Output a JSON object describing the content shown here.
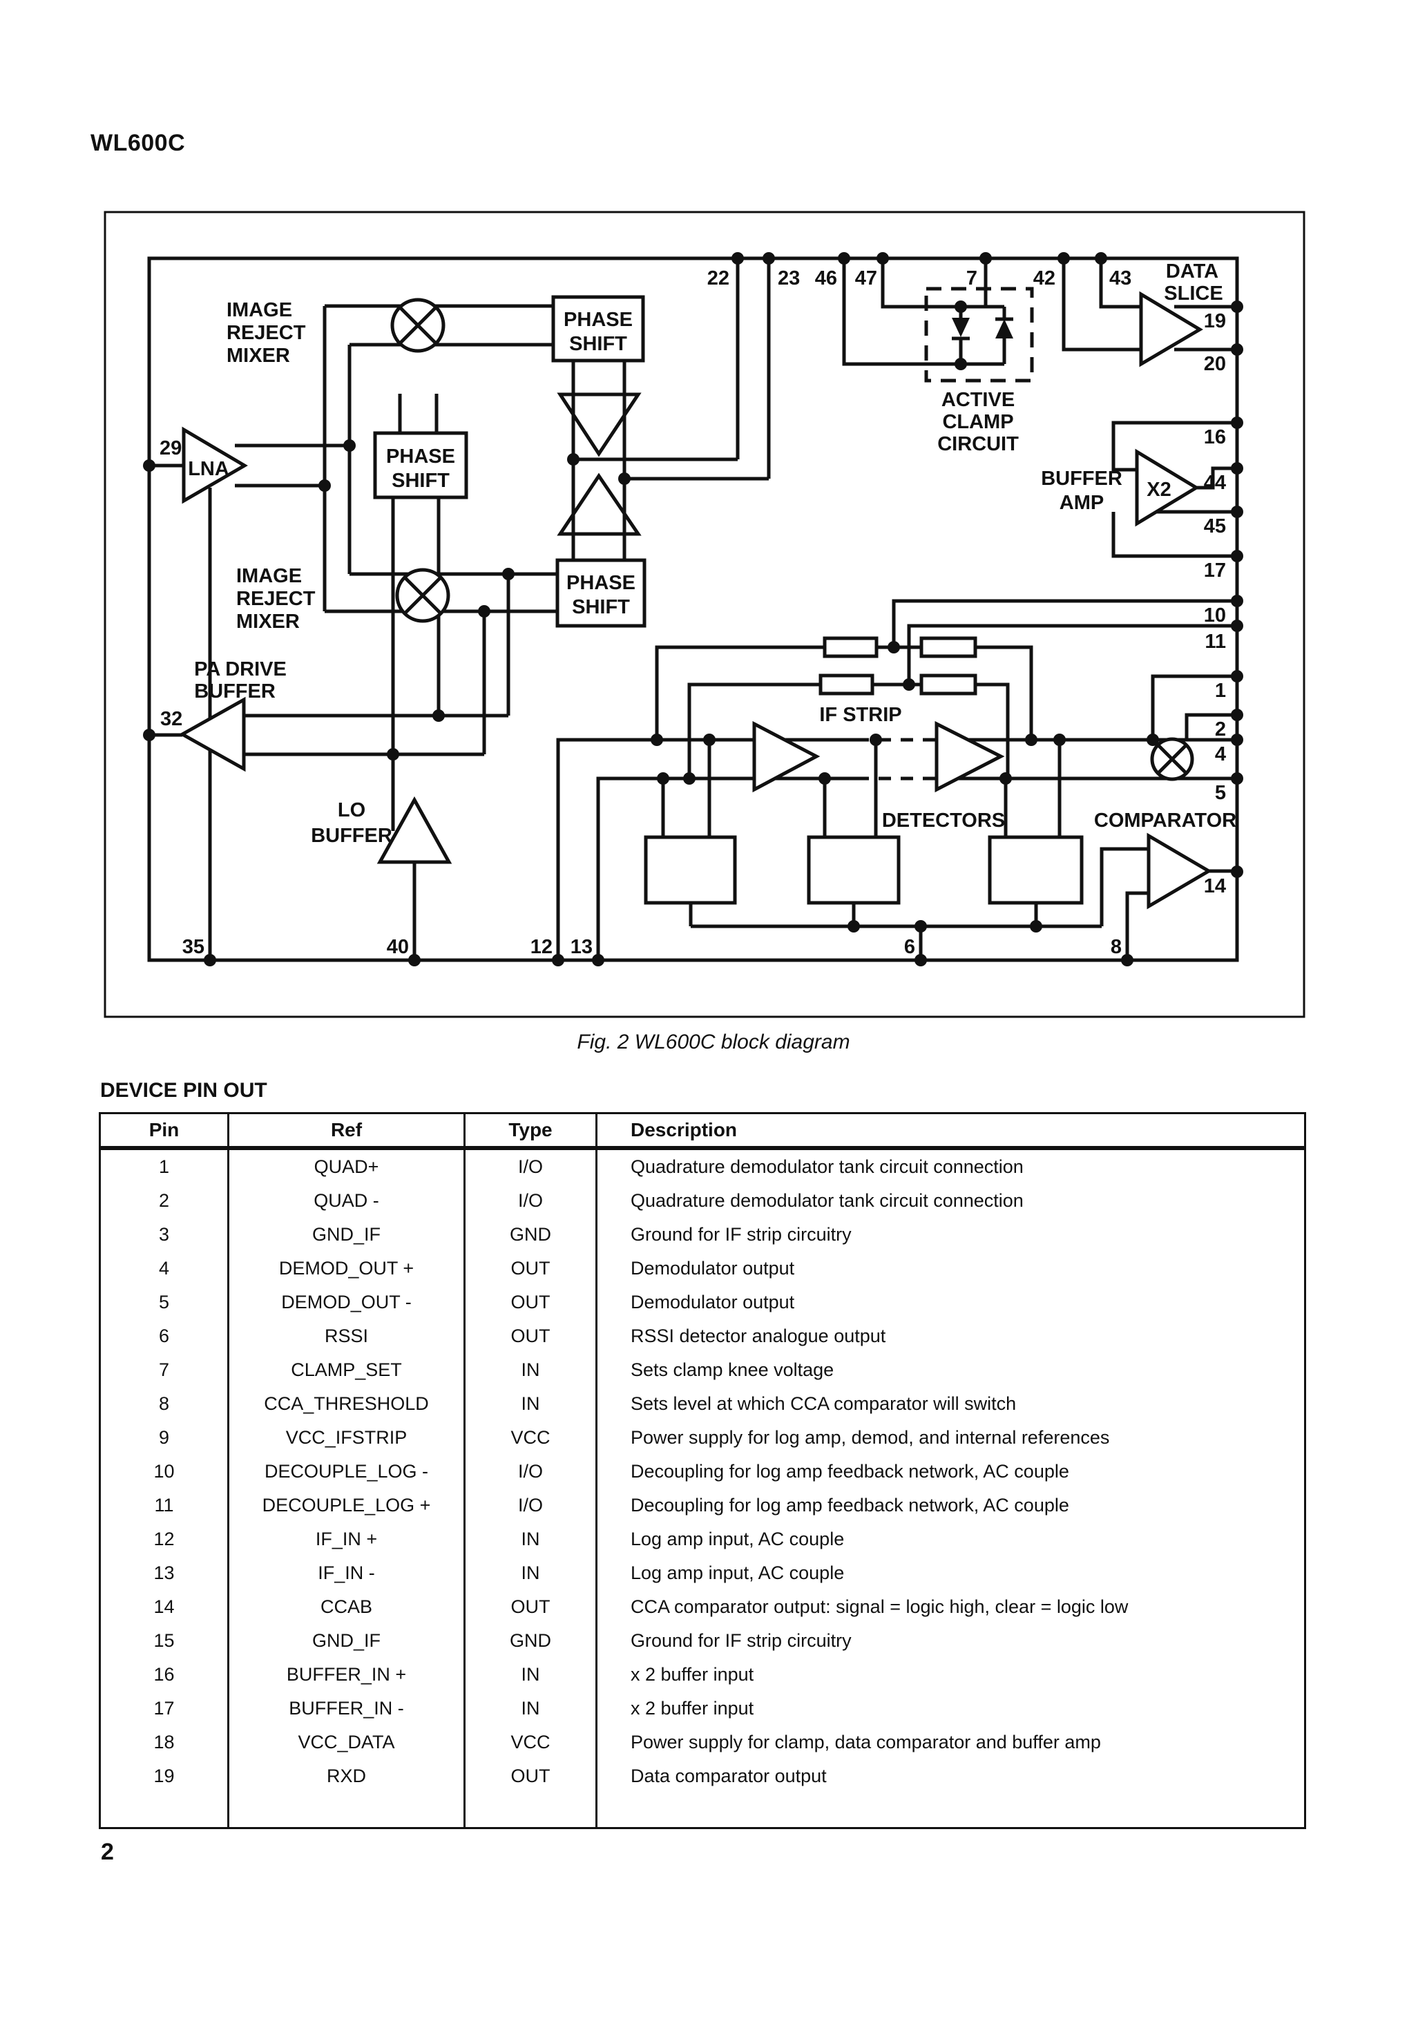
{
  "page": {
    "title": "WL600C",
    "caption": "Fig. 2 WL600C block diagram",
    "section_heading": "DEVICE PIN OUT",
    "page_number": "2"
  },
  "diagram": {
    "blocks": {
      "image_reject_mixer_top": [
        "IMAGE",
        "REJECT",
        "MIXER"
      ],
      "image_reject_mixer_bottom": [
        "IMAGE",
        "REJECT",
        "MIXER"
      ],
      "phase_shift_top": [
        "PHASE",
        "SHIFT"
      ],
      "phase_shift_left": [
        "PHASE",
        "SHIFT"
      ],
      "phase_shift_bottom": [
        "PHASE",
        "SHIFT"
      ],
      "lna": "LNA",
      "pa_drive_buffer": [
        "PA DRIVE",
        "BUFFER"
      ],
      "lo_buffer": [
        "LO",
        "BUFFER"
      ],
      "active_clamp": [
        "ACTIVE",
        "CLAMP",
        "CIRCUIT"
      ],
      "data_slice": [
        "DATA",
        "SLICE"
      ],
      "buffer_amp": [
        "BUFFER",
        "AMP"
      ],
      "x2": "X2",
      "if_strip": "IF STRIP",
      "detectors": "DETECTORS",
      "comparator": "COMPARATOR"
    },
    "pins": {
      "top": [
        "22",
        "23",
        "46",
        "47",
        "7",
        "42",
        "43"
      ],
      "right": [
        "19",
        "20",
        "16",
        "44",
        "45",
        "17",
        "10",
        "11",
        "1",
        "2",
        "4",
        "5",
        "14"
      ],
      "left": [
        "29",
        "32"
      ],
      "bottom": [
        "35",
        "40",
        "12",
        "13",
        "6",
        "8"
      ]
    }
  },
  "table": {
    "headers": [
      "Pin",
      "Ref",
      "Type",
      "Description"
    ],
    "rows": [
      [
        "1",
        "QUAD+",
        "I/O",
        "Quadrature demodulator tank circuit connection"
      ],
      [
        "2",
        "QUAD -",
        "I/O",
        "Quadrature demodulator tank circuit connection"
      ],
      [
        "3",
        "GND_IF",
        "GND",
        "Ground for IF strip circuitry"
      ],
      [
        "4",
        "DEMOD_OUT +",
        "OUT",
        "Demodulator output"
      ],
      [
        "5",
        "DEMOD_OUT -",
        "OUT",
        "Demodulator output"
      ],
      [
        "6",
        "RSSI",
        "OUT",
        "RSSI detector analogue output"
      ],
      [
        "7",
        "CLAMP_SET",
        "IN",
        "Sets clamp knee voltage"
      ],
      [
        "8",
        "CCA_THRESHOLD",
        "IN",
        "Sets level at which CCA comparator will switch"
      ],
      [
        "9",
        "VCC_IFSTRIP",
        "VCC",
        "Power supply for log amp, demod, and internal references"
      ],
      [
        "10",
        "DECOUPLE_LOG -",
        "I/O",
        "Decoupling for log amp feedback network, AC couple"
      ],
      [
        "11",
        "DECOUPLE_LOG +",
        "I/O",
        "Decoupling for log amp feedback network, AC couple"
      ],
      [
        "12",
        "IF_IN +",
        "IN",
        "Log amp input, AC couple"
      ],
      [
        "13",
        "IF_IN -",
        "IN",
        "Log amp input, AC couple"
      ],
      [
        "14",
        "CCAB",
        "OUT",
        "CCA comparator output: signal = logic high, clear = logic low"
      ],
      [
        "15",
        "GND_IF",
        "GND",
        "Ground for IF strip circuitry"
      ],
      [
        "16",
        "BUFFER_IN +",
        "IN",
        "x 2 buffer input"
      ],
      [
        "17",
        "BUFFER_IN -",
        "IN",
        "x 2 buffer input"
      ],
      [
        "18",
        "VCC_DATA",
        "VCC",
        "Power supply for clamp, data comparator and buffer amp"
      ],
      [
        "19",
        "RXD",
        "OUT",
        "Data comparator output"
      ]
    ]
  }
}
